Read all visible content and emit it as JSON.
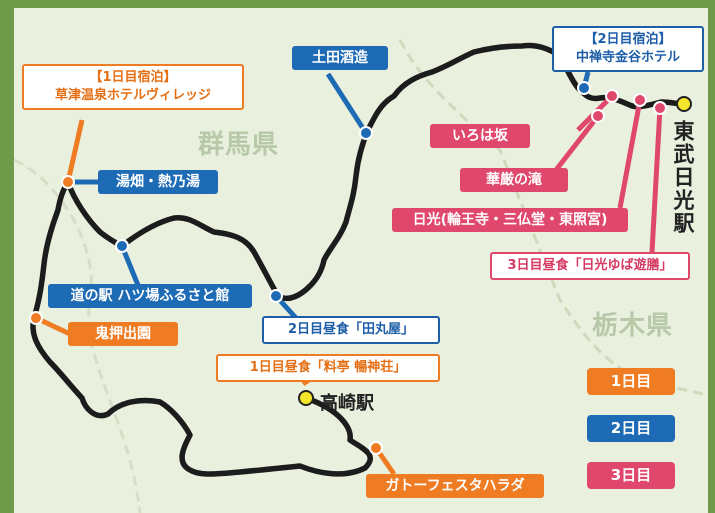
{
  "prefectures": {
    "gunma": "群馬県",
    "tochigi": "栃木県"
  },
  "stations": {
    "tobu_nikko": "東武日光駅",
    "takasaki": "高崎駅"
  },
  "labels": {
    "day1_stay": [
      "【1日目宿泊】",
      "草津温泉ホテルヴィレッジ"
    ],
    "day2_stay": [
      "【2日目宿泊】",
      "中禅寺金谷ホテル"
    ],
    "tsuchida": "土田酒造",
    "yubatake": "湯畑・熱乃湯",
    "yatsuba": "道の駅 ハツ場ふるさと館",
    "onioshi": "鬼押出園",
    "day2_lunch": "2日目昼食「田丸屋」",
    "day1_lunch": "1日目昼食「料亭 暢神荘」",
    "gateau": "ガトーフェスタハラダ",
    "irohazaka": "いろは坂",
    "kegon": "華厳の滝",
    "nikko_temples": "日光(輪王寺・三仏堂・東照宮)",
    "day3_lunch": "3日目昼食「日光ゆば遊膳」"
  },
  "legend": [
    {
      "label": "1日目",
      "color": "#ef7b22"
    },
    {
      "label": "2日目",
      "color": "#1e6bb5"
    },
    {
      "label": "3日目",
      "color": "#e0476c"
    }
  ],
  "colors": {
    "frame": "#6f9a4a",
    "map_bg": "#e9f0de",
    "route": "#1c1c1c",
    "day1": "#ef7b22",
    "day2": "#1e6bb5",
    "day3": "#e0476c",
    "station_dot": "#f4e62a"
  }
}
